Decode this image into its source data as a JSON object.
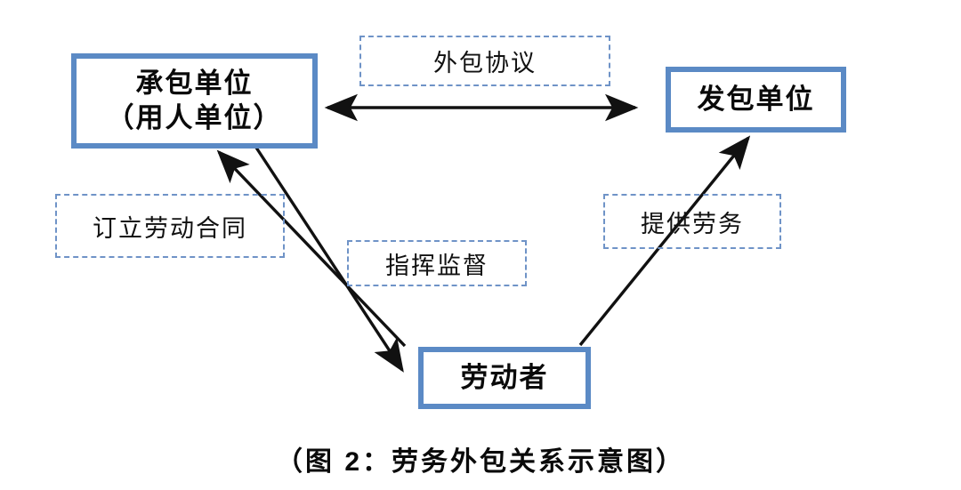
{
  "diagram": {
    "title_caption": "（图 2：劳务外包关系示意图）",
    "entities": [
      {
        "id": "contractor",
        "line1": "承包单位",
        "line2": "（用人单位）"
      },
      {
        "id": "client",
        "line1": "发包单位",
        "line2": ""
      },
      {
        "id": "worker",
        "line1": "劳动者",
        "line2": ""
      }
    ],
    "notes": [
      {
        "id": "agreement",
        "label": "外包协议"
      },
      {
        "id": "contract",
        "label": "订立劳动合同"
      },
      {
        "id": "supervise",
        "label": "指挥监督"
      },
      {
        "id": "service",
        "label": "提供劳务"
      }
    ],
    "relations": [
      {
        "id": "agreement-link",
        "from": "承包单位（用人单位）",
        "to": "发包单位",
        "label": "外包协议",
        "direction": "both"
      },
      {
        "id": "contract-link",
        "from": "劳动者",
        "to": "承包单位（用人单位）",
        "label": "订立劳动合同",
        "direction": "to"
      },
      {
        "id": "supervise-link",
        "from": "承包单位（用人单位）",
        "to": "劳动者",
        "label": "指挥监督",
        "direction": "to"
      },
      {
        "id": "service-link",
        "from": "劳动者",
        "to": "发包单位",
        "label": "提供劳务",
        "direction": "to"
      }
    ],
    "colors": {
      "box_border": "#5b8ac5",
      "note_border": "#6f93c7",
      "arrow": "#111111",
      "text": "#0a0a0a",
      "background": "#ffffff"
    }
  }
}
